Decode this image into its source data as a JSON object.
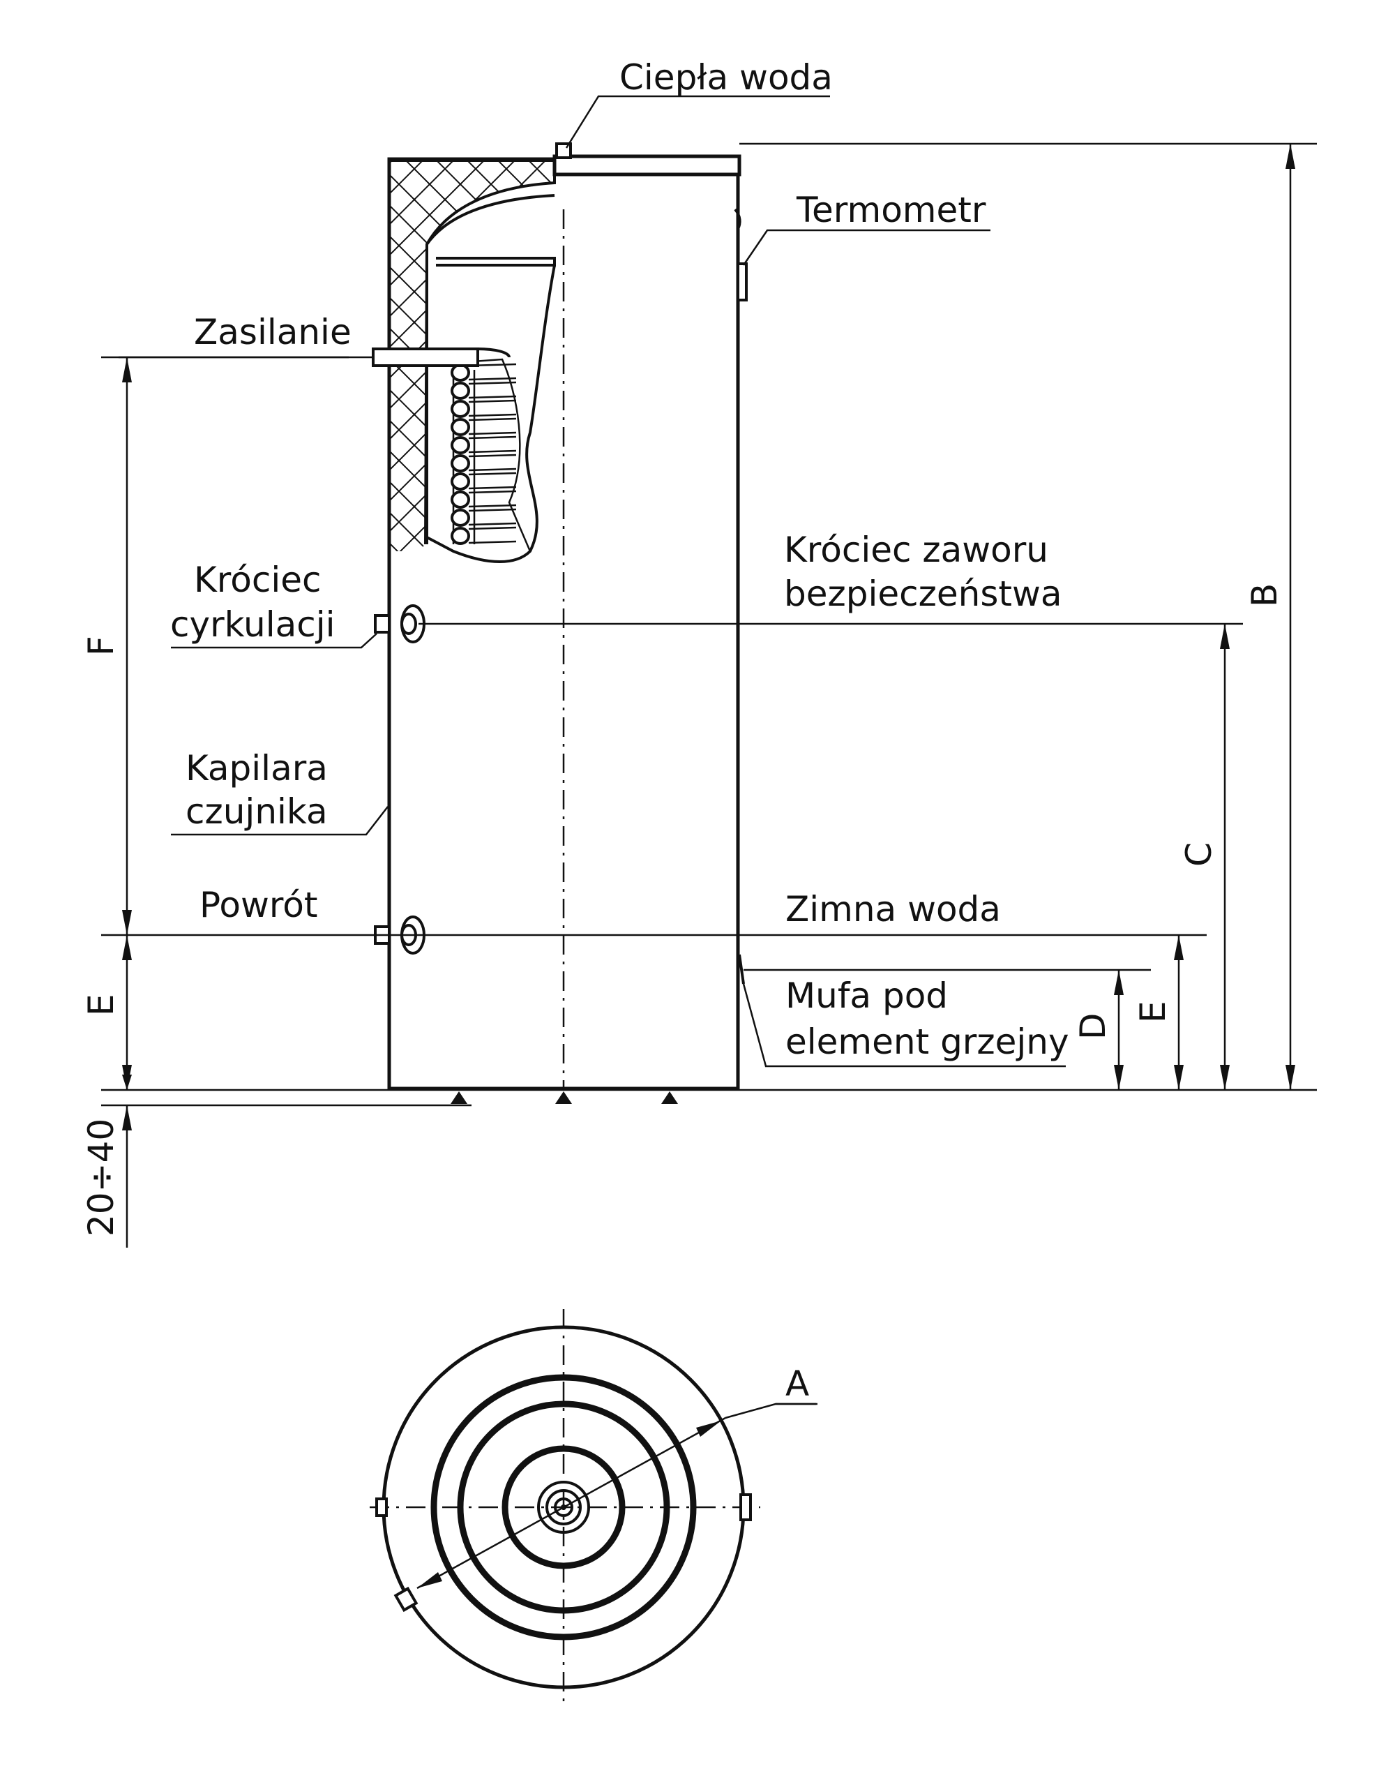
{
  "labels": {
    "hot_water": "Ciepła woda",
    "thermometer": "Termometr",
    "supply": "Zasilanie",
    "circulation_1": "Króciec",
    "circulation_2": "cyrkulacji",
    "safety_valve_1": "Króciec zaworu",
    "safety_valve_2": "bezpieczeństwa",
    "sensor_1": "Kapilara",
    "sensor_2": "czujnika",
    "return": "Powrót",
    "cold_water": "Zimna woda",
    "heater_1": "Mufa pod",
    "heater_2": "element grzejny"
  },
  "dimensions": {
    "A": "A",
    "B": "B",
    "C": "C",
    "D": "D",
    "E_left": "E",
    "E_right": "E",
    "F": "F",
    "feet": "20÷40"
  }
}
